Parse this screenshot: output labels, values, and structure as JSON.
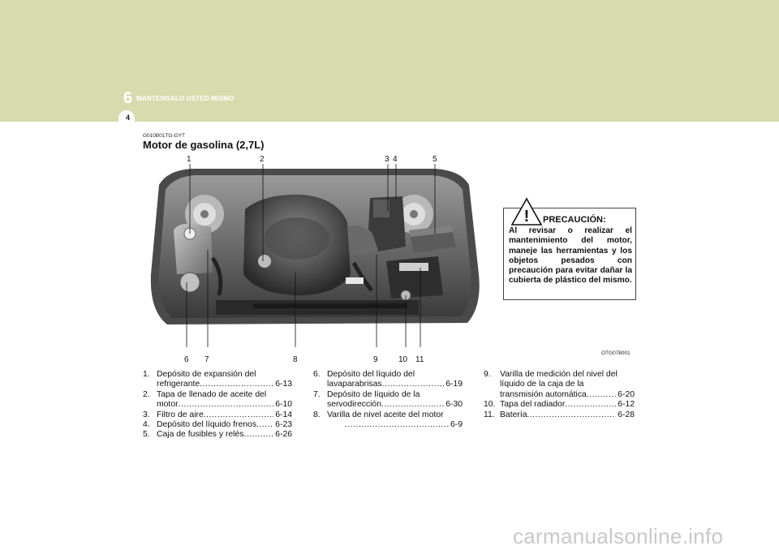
{
  "header": {
    "chapter_number": "6",
    "chapter_title": "MANTENGALO USTED MISMO",
    "page_number": "4",
    "band_color": "#d7dcae"
  },
  "section": {
    "code": "G010B01TG-GYT",
    "title": "Motor de gasolina (2,7L)"
  },
  "figure": {
    "image_code": "OTG078001",
    "callouts_top": [
      "1",
      "2",
      "3",
      "4",
      "5"
    ],
    "callouts_bottom": [
      "6",
      "7",
      "8",
      "9",
      "10",
      "11"
    ]
  },
  "caution": {
    "title": "PRECAUCIÓN:",
    "text": "Al revisar o realizar el mantenimiento del motor, maneje las herramientas y los objetos pesados con precaución para evitar dañar la cubierta de plástico del mismo."
  },
  "items": [
    {
      "num": "1.",
      "pre": "Depósito de expansión del",
      "text": "refrigerante",
      "page": "6-13"
    },
    {
      "num": "2.",
      "pre": "Tapa de llenado de aceite del",
      "text": "motor",
      "page": "6-10"
    },
    {
      "num": "3.",
      "pre": "",
      "text": "Filtro de aire",
      "page": "6-14"
    },
    {
      "num": "4.",
      "pre": "",
      "text": "Depósito del líquido frenos",
      "page": "6-23"
    },
    {
      "num": "5.",
      "pre": "",
      "text": "Caja de fusibles y relés",
      "page": "6-26"
    },
    {
      "num": "6.",
      "pre": "Depósito del líquido del",
      "text": "lavaparabrisas",
      "page": "6-19"
    },
    {
      "num": "7.",
      "pre": "Depósito de líquido de la",
      "text": "servodirección",
      "page": "6-30"
    },
    {
      "num": "8.",
      "pre": "Varilla de nivel aceite del motor",
      "text": "",
      "page": "6-9"
    },
    {
      "num": "9.",
      "pre": "Varilla de medición del nivel del líquido de la caja de la",
      "text": "transmisión automática",
      "page": "6-20"
    },
    {
      "num": "10.",
      "pre": "",
      "text": "Tapa del radiador",
      "page": "6-12"
    },
    {
      "num": "11.",
      "pre": "",
      "text": "Batería",
      "page": "6-28"
    }
  ],
  "watermark": "carmanualsonline.info"
}
